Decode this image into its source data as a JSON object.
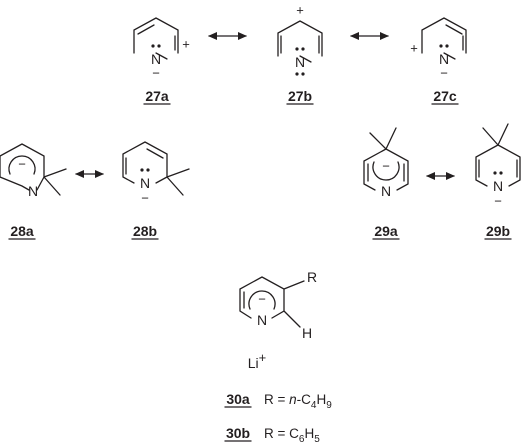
{
  "compounds": {
    "c27a": "27a",
    "c27b": "27b",
    "c27c": "27c",
    "c28a": "28a",
    "c28b": "28b",
    "c29a": "29a",
    "c29b": "29b",
    "c30a": "30a",
    "c30b": "30b"
  },
  "atoms": {
    "nitrogen": "N",
    "hydrogen": "H",
    "substituent": "R"
  },
  "charges": {
    "plus": "+",
    "minus": "−"
  },
  "counterion": {
    "symbol": "Li",
    "charge": "+"
  },
  "definitions": {
    "d30a": {
      "prefix": "R = ",
      "italic": "n",
      "rest": "-C",
      "sub1": "4",
      "mid": "H",
      "sub2": "9"
    },
    "d30b": {
      "prefix": "R = C",
      "sub1": "6",
      "mid": "H",
      "sub2": "5"
    }
  },
  "colors": {
    "ink": "#231f20",
    "background": "#ffffff"
  },
  "icons": {
    "resonance": "resonance-arrow-icon",
    "lone_pair": "lone-pair-dots-icon"
  }
}
